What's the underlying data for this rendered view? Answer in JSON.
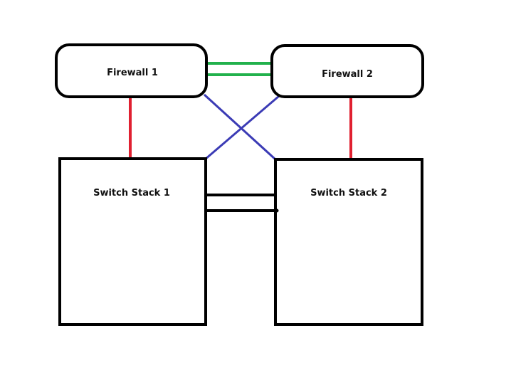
{
  "diagram": {
    "nodes": {
      "firewall_1": {
        "label": "Firewall 1"
      },
      "firewall_2": {
        "label": "Firewall 2"
      },
      "switch_stack_1": {
        "label": "Switch Stack 1"
      },
      "switch_stack_2": {
        "label": "Switch Stack 2"
      }
    },
    "link_colors": {
      "firewall_to_own_switch": "#e02030",
      "firewall_cross_links": "#3b3bb5",
      "firewall_interconnect": "#22b14c",
      "switch_interconnect": "#000000"
    },
    "links": [
      {
        "from": "firewall_1",
        "to": "firewall_2",
        "count": 2,
        "color_key": "firewall_interconnect"
      },
      {
        "from": "firewall_1",
        "to": "switch_stack_1",
        "count": 1,
        "color_key": "firewall_to_own_switch"
      },
      {
        "from": "firewall_2",
        "to": "switch_stack_2",
        "count": 1,
        "color_key": "firewall_to_own_switch"
      },
      {
        "from": "firewall_1",
        "to": "switch_stack_2",
        "count": 1,
        "color_key": "firewall_cross_links"
      },
      {
        "from": "firewall_2",
        "to": "switch_stack_1",
        "count": 1,
        "color_key": "firewall_cross_links"
      },
      {
        "from": "switch_stack_1",
        "to": "switch_stack_2",
        "count": 2,
        "color_key": "switch_interconnect"
      }
    ]
  }
}
